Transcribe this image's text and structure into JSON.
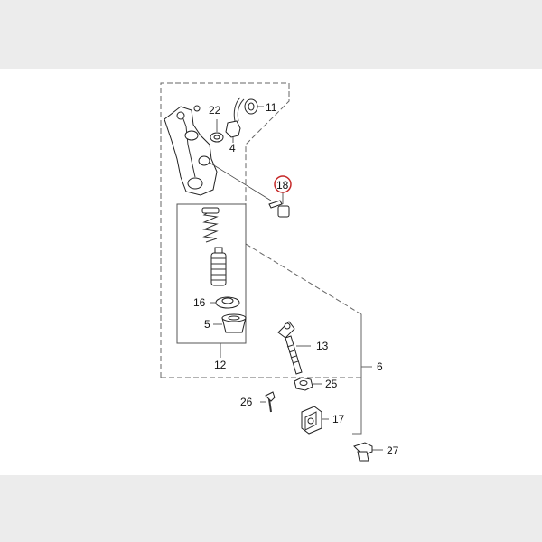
{
  "diagram": {
    "callouts": {
      "c22": "22",
      "c11": "11",
      "c4": "4",
      "c18": "18",
      "c16": "16",
      "c5": "5",
      "c12": "12",
      "c13": "13",
      "c6": "6",
      "c25": "25",
      "c26": "26",
      "c17": "17",
      "c27": "27"
    },
    "highlight_color": "#c62828"
  }
}
